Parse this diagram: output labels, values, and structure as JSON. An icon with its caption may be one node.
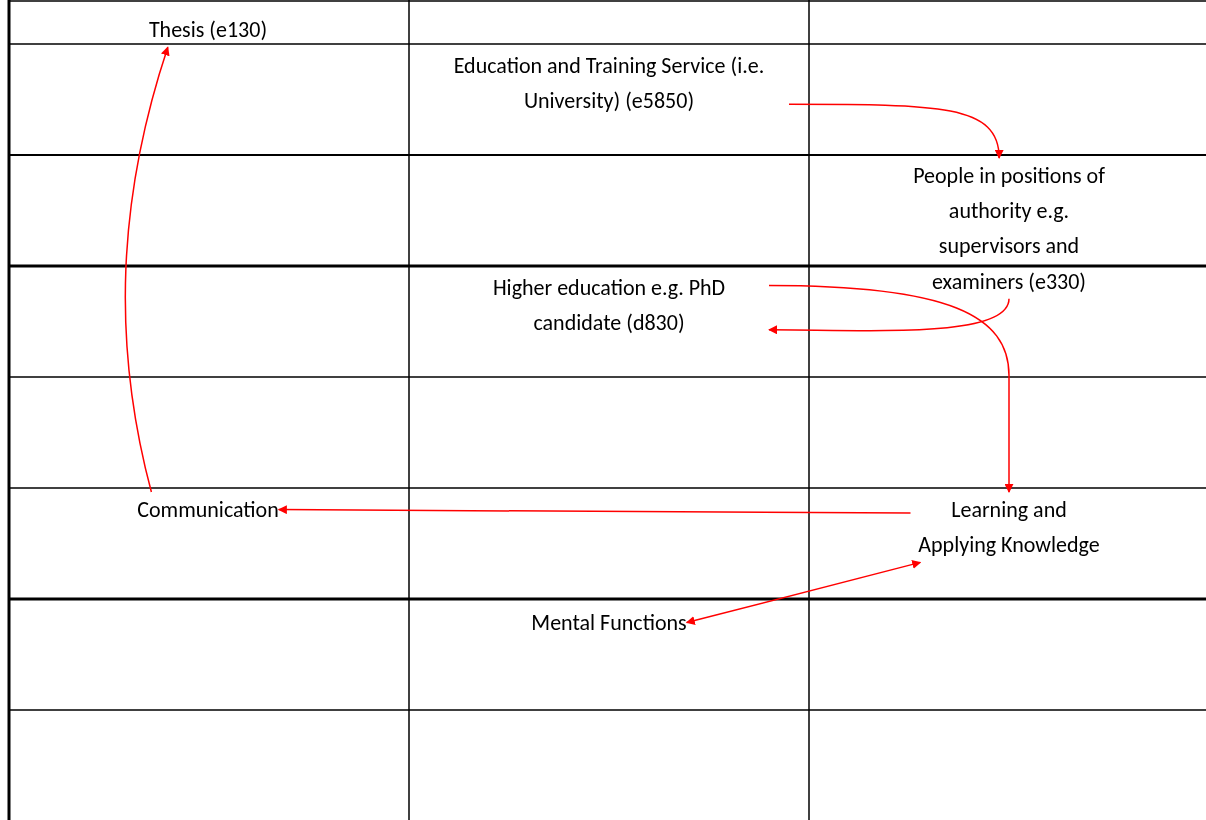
{
  "diagram": {
    "nodes": [
      {
        "text": [
          "Thesis (e130)"
        ]
      },
      {
        "text": [
          "Education and Training Service (i.e. University) (e5850)"
        ]
      },
      {
        "text": [
          "People in positions of authority e.g. supervisors and examiners (e330)"
        ]
      },
      {
        "text": [
          "Higher education e.g. PhD candidate (d830)"
        ]
      },
      {
        "text": [
          "Communication"
        ]
      },
      {
        "text": [
          "Learning and Applying Knowledge"
        ]
      },
      {
        "text": [
          "Mental Functions"
        ]
      }
    ],
    "edges": [
      {
        "from": 1,
        "to": 2,
        "arrow": "to"
      },
      {
        "from": 2,
        "to": 3,
        "arrow": "to"
      },
      {
        "from": 3,
        "to": 5,
        "arrow": "to"
      },
      {
        "from": 5,
        "to": 4,
        "arrow": "to"
      },
      {
        "from": 4,
        "to": 0,
        "arrow": "to"
      },
      {
        "from": 6,
        "to": 5,
        "arrow": "both"
      }
    ]
  }
}
